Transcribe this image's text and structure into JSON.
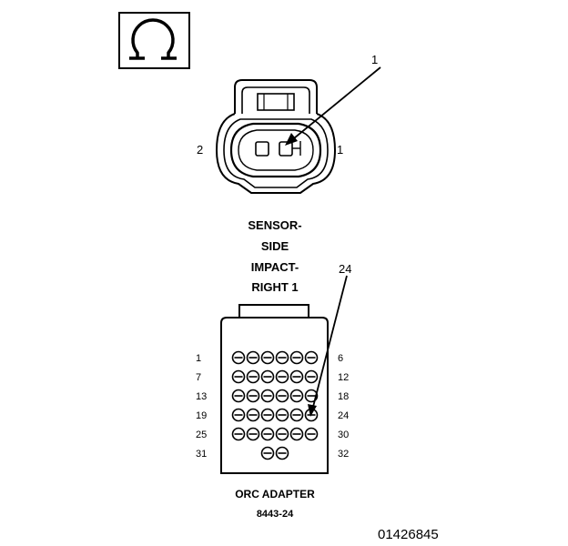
{
  "ohmmeter_symbol": {
    "icon": "ohm-icon",
    "glyph": "Ω"
  },
  "sensor_connector": {
    "callout": "1",
    "pin_left": "2",
    "pin_right": "1",
    "caption_lines": [
      "SENSOR-",
      "SIDE",
      "IMPACT-",
      "RIGHT 1"
    ]
  },
  "orc_adapter": {
    "callout": "24",
    "left_labels": [
      "1",
      "7",
      "13",
      "19",
      "25",
      "31"
    ],
    "right_labels": [
      "6",
      "12",
      "18",
      "24",
      "30",
      "32"
    ],
    "caption": "ORC ADAPTER",
    "part_number": "8443-24"
  },
  "figure_id": "01426845"
}
